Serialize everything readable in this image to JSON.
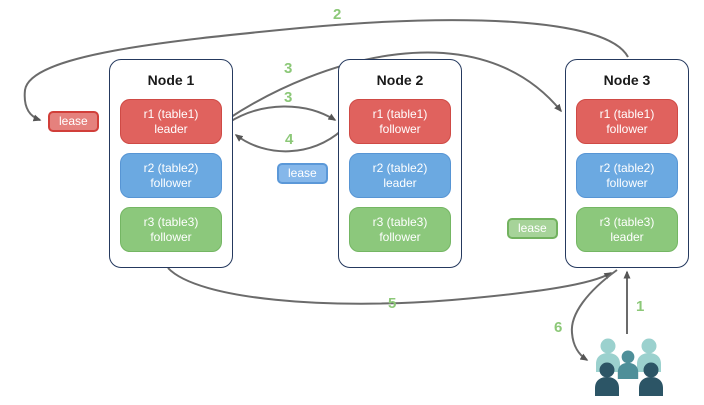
{
  "diagram": {
    "background": "#ffffff",
    "arrow_color": "#6b6b6b",
    "step_color": "#8cc878",
    "node_border_color": "#25395e"
  },
  "nodes": [
    {
      "title": "Node 1",
      "replicas": [
        {
          "label": "r1 (table1)",
          "role": "leader",
          "color": "red",
          "fill": "#e0625e",
          "border": "#cf4a45"
        },
        {
          "label": "r2 (table2)",
          "role": "follower",
          "color": "blue",
          "fill": "#6ba9e1",
          "border": "#5795d4"
        },
        {
          "label": "r3 (table3)",
          "role": "follower",
          "color": "green",
          "fill": "#8cc87c",
          "border": "#74b663"
        }
      ]
    },
    {
      "title": "Node 2",
      "replicas": [
        {
          "label": "r1 (table1)",
          "role": "follower",
          "color": "red",
          "fill": "#e0625e",
          "border": "#cf4a45"
        },
        {
          "label": "r2 (table2)",
          "role": "leader",
          "color": "blue",
          "fill": "#6ba9e1",
          "border": "#5795d4"
        },
        {
          "label": "r3 (table3)",
          "role": "follower",
          "color": "green",
          "fill": "#8cc87c",
          "border": "#74b663"
        }
      ]
    },
    {
      "title": "Node 3",
      "replicas": [
        {
          "label": "r1 (table1)",
          "role": "follower",
          "color": "red",
          "fill": "#e0625e",
          "border": "#cf4a45"
        },
        {
          "label": "r2 (table2)",
          "role": "follower",
          "color": "blue",
          "fill": "#6ba9e1",
          "border": "#5795d4"
        },
        {
          "label": "r3 (table3)",
          "role": "leader",
          "color": "green",
          "fill": "#8cc87c",
          "border": "#74b663"
        }
      ]
    }
  ],
  "leases": [
    {
      "label": "lease",
      "color": "red",
      "fill": "#e5817d",
      "border": "#d13f3a"
    },
    {
      "label": "lease",
      "color": "blue",
      "fill": "#85b7ea",
      "border": "#5b98d8"
    },
    {
      "label": "lease",
      "color": "green",
      "fill": "#a6d399",
      "border": "#72b25f"
    }
  ],
  "steps": {
    "step1": "1",
    "step2": "2",
    "step3a": "3",
    "step3b": "3",
    "step4": "4",
    "step5": "5",
    "step6": "6"
  },
  "users_icon": {
    "name": "users-group-icon",
    "light": "#9bd1ce",
    "mid": "#4e8f99",
    "dark": "#2c5566"
  }
}
